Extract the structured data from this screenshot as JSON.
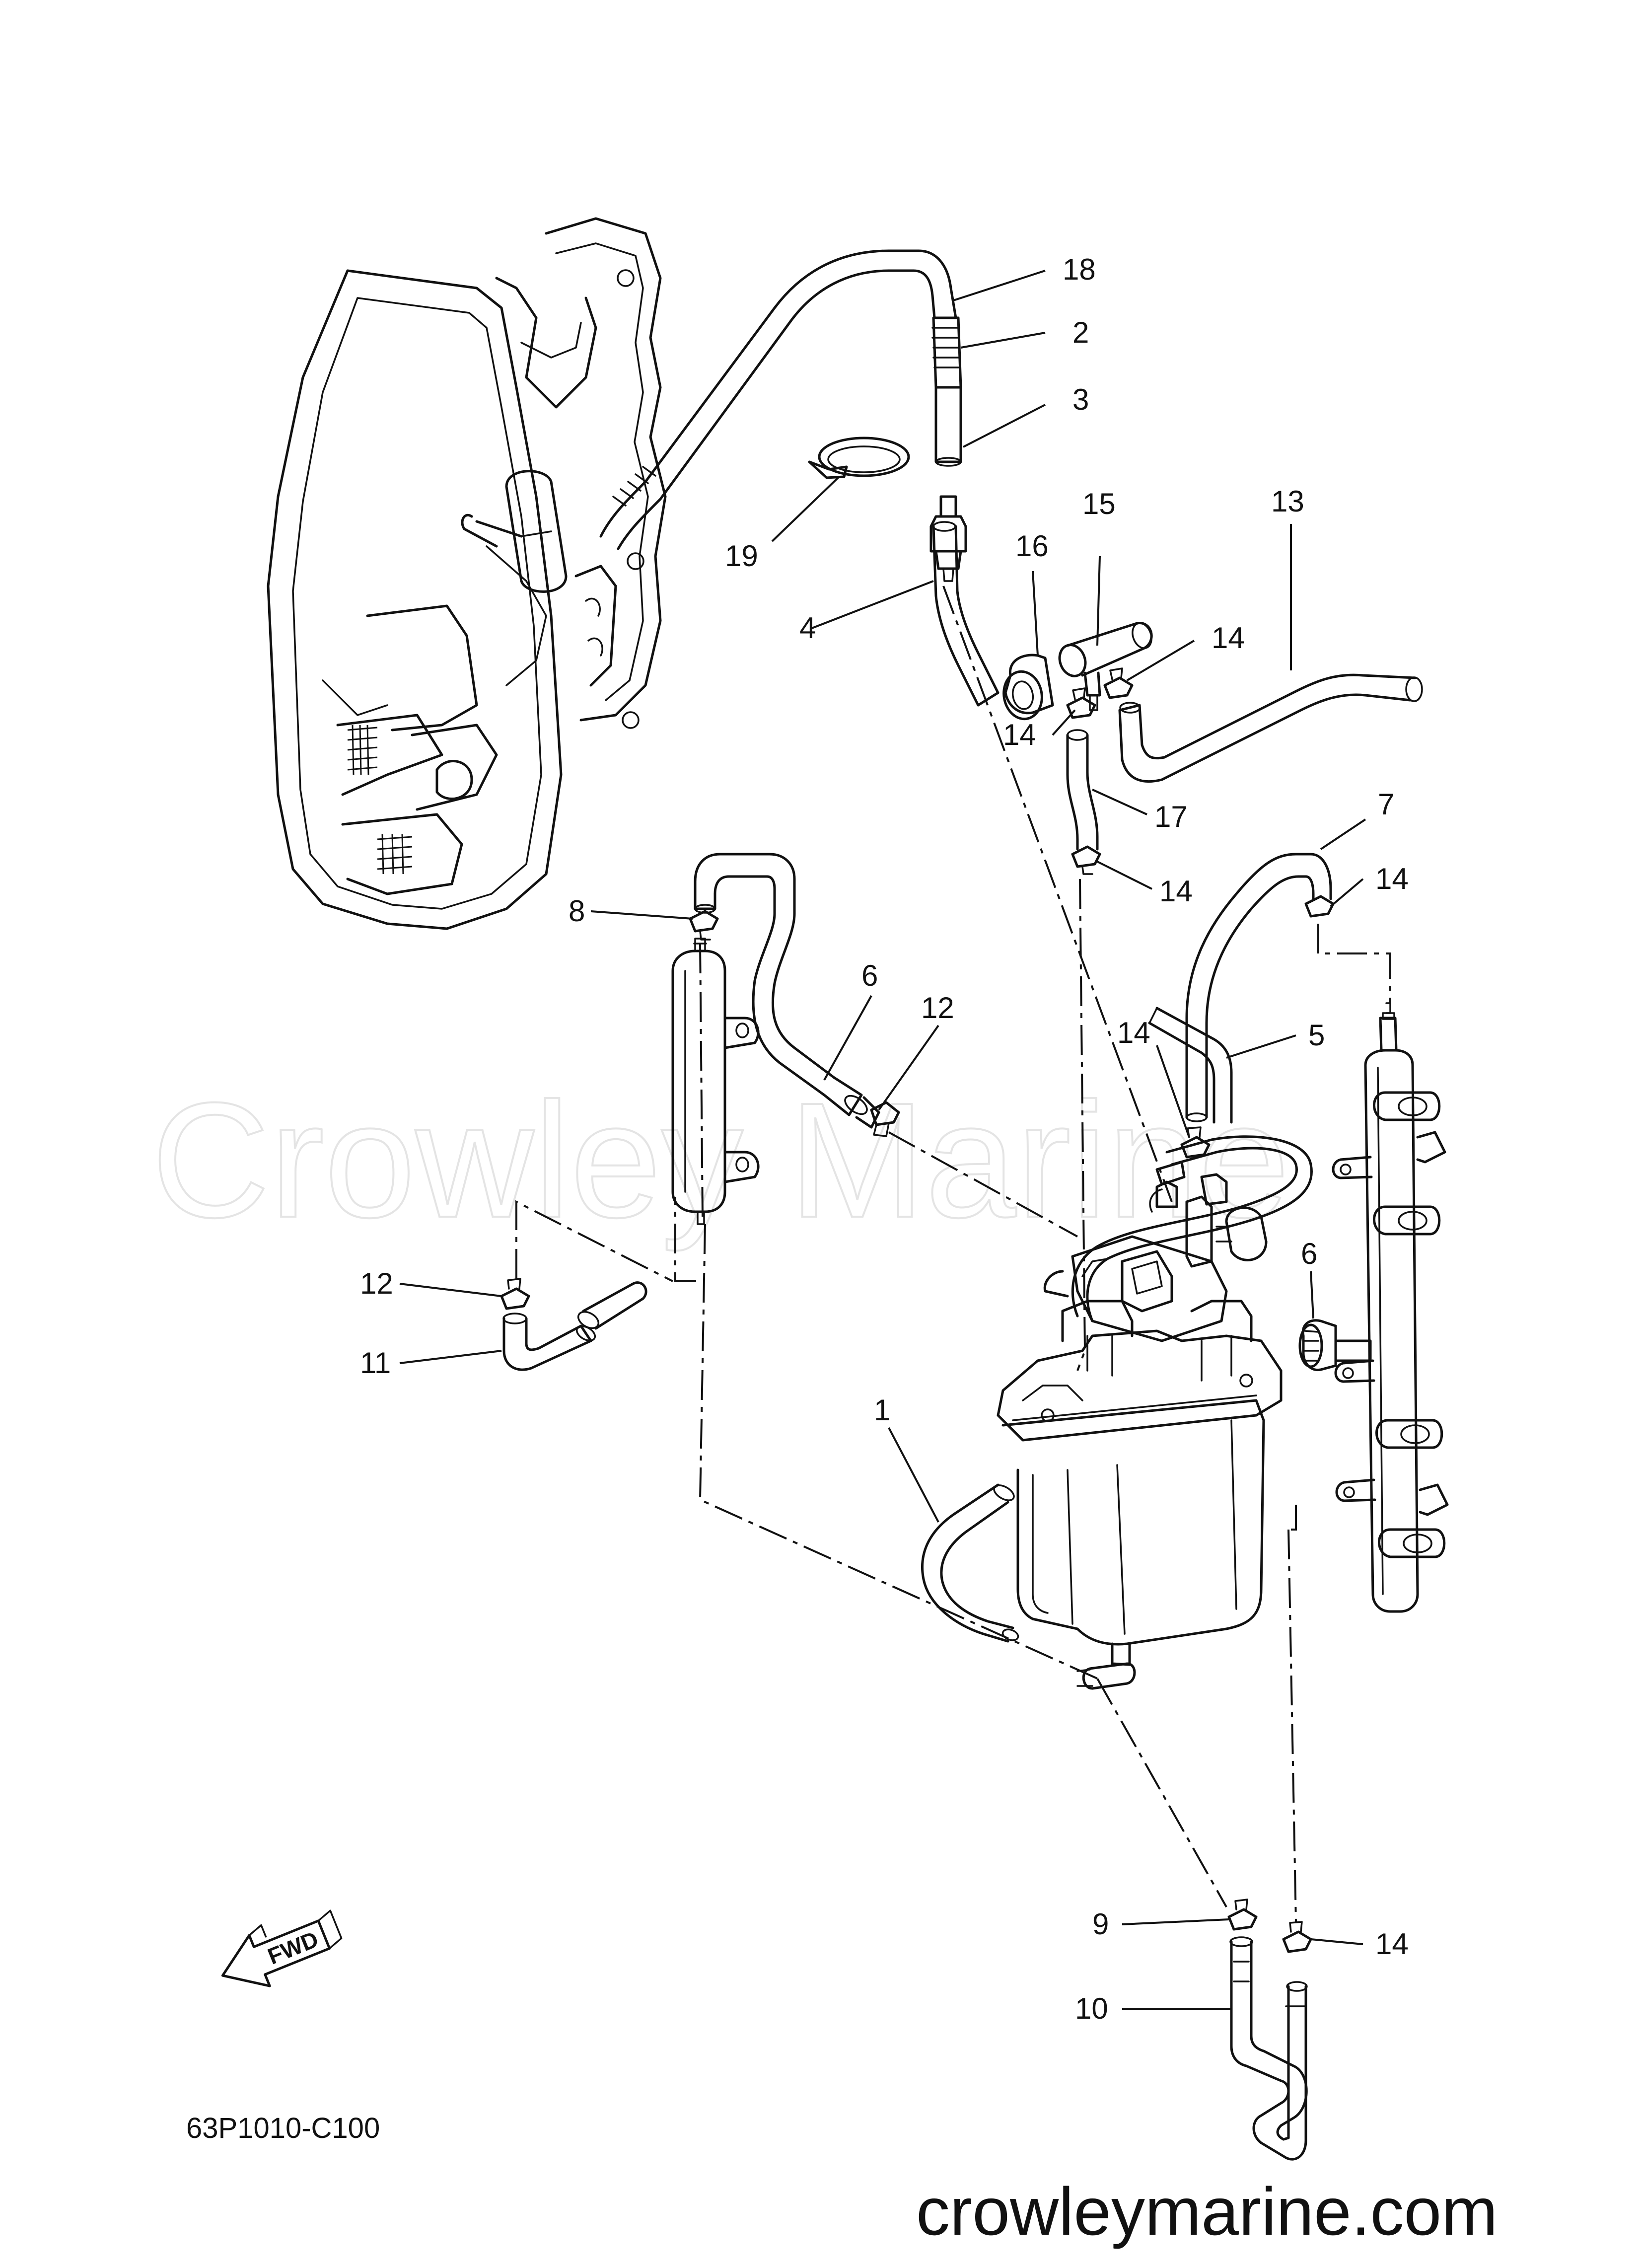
{
  "diagram": {
    "part_numbers": [
      "1",
      "2",
      "3",
      "4",
      "5",
      "6",
      "7",
      "8",
      "9",
      "9",
      "10",
      "11",
      "12",
      "12",
      "13",
      "14",
      "14",
      "14",
      "14",
      "14",
      "14",
      "14",
      "15",
      "16",
      "17",
      "18",
      "19"
    ],
    "diagram_code": "63P1010-C100",
    "fwd_label": "FWD",
    "watermark_text": "Crowley Marine",
    "site_url": "crowleymarine.com"
  }
}
